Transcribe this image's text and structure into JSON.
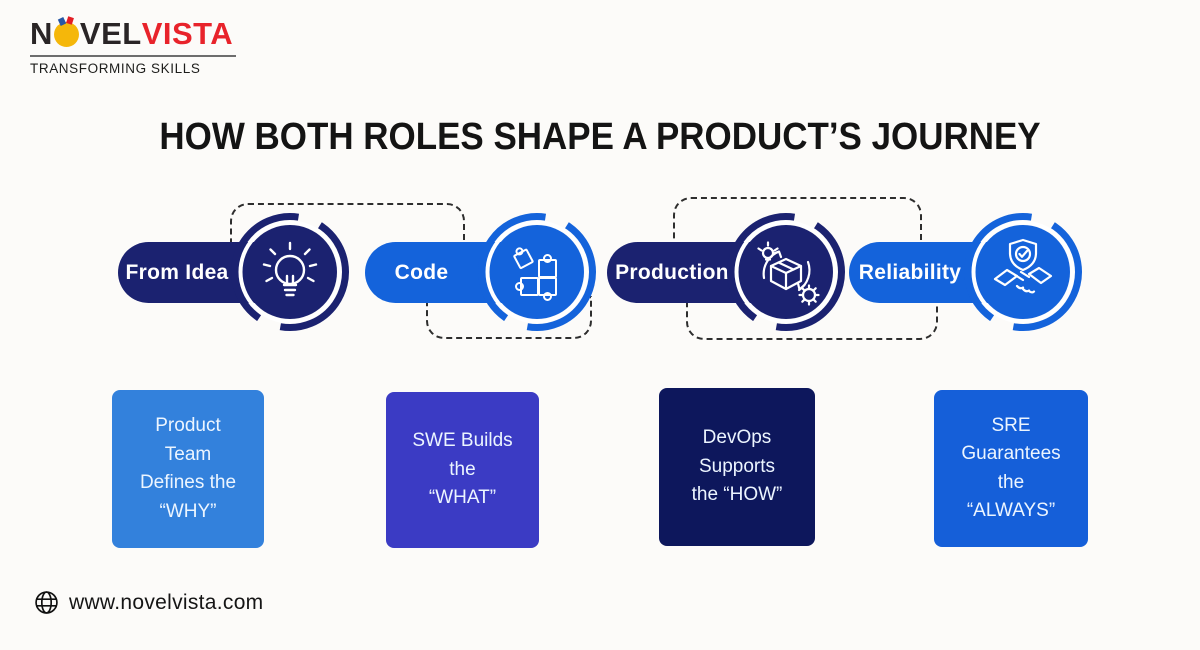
{
  "brand": {
    "logo_n": "N",
    "logo_vel": "VEL",
    "logo_vista": "VISTA",
    "tagline": "TRANSFORMING SKILLS"
  },
  "title": "HOW BOTH ROLES SHAPE A PRODUCT’S JOURNEY",
  "journey": {
    "steps": [
      {
        "label": "From Idea",
        "icon": "lightbulb-icon",
        "theme": "navy"
      },
      {
        "label": "Code",
        "icon": "puzzle-icon",
        "theme": "blue"
      },
      {
        "label": "Production",
        "icon": "production-cycle-icon",
        "theme": "navy"
      },
      {
        "label": "Reliability",
        "icon": "handshake-shield-icon",
        "theme": "blue"
      }
    ]
  },
  "cards": [
    {
      "text": "Product\nTeam\nDefines the\n“WHY”",
      "color": "#3381DC"
    },
    {
      "text": "SWE Builds\nthe\n“WHAT”",
      "color": "#3B3BC4"
    },
    {
      "text": "DevOps\nSupports\nthe “HOW”",
      "color": "#0D175C"
    },
    {
      "text": "SRE\nGuarantees\nthe\n“ALWAYS”",
      "color": "#155FD9"
    }
  ],
  "footer": {
    "website": "www.novelvista.com"
  },
  "colors": {
    "navy": "#1B2270",
    "blue": "#1463DB",
    "accent_red": "#E8232B",
    "bulb_yellow": "#F5B70A",
    "dash": "#2E2E2E",
    "title_text": "#141414",
    "card_text": "#ECF5FF"
  }
}
